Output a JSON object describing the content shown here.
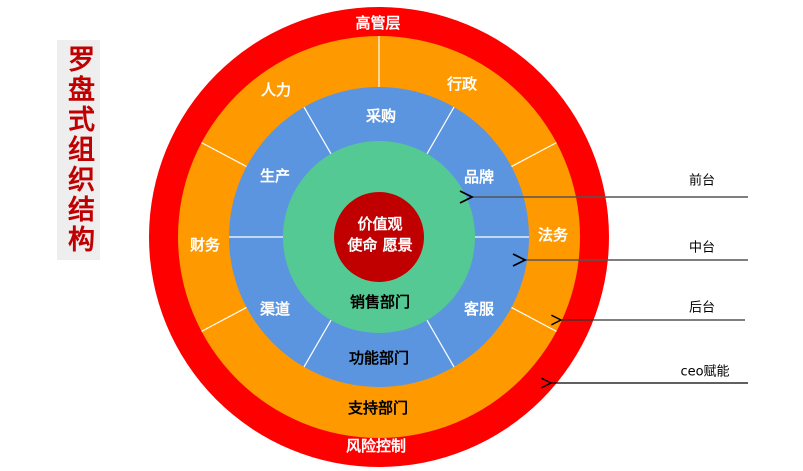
{
  "title": "罗盘式组织结构",
  "colors": {
    "outer": "#ff0000",
    "support": "#ff9900",
    "function": "#5b95e0",
    "sales": "#55c994",
    "core": "#c00000",
    "title": "#c00000"
  },
  "rings": {
    "outer": {
      "top": "高管层",
      "bottom": "风险控制"
    },
    "support": {
      "name": "支持部门",
      "items": [
        "人力",
        "行政",
        "财务",
        "法务"
      ]
    },
    "function": {
      "name": "功能部门",
      "items": [
        "采购",
        "生产",
        "品牌",
        "渠道",
        "客服"
      ]
    },
    "sales": {
      "name": "销售部门"
    },
    "core": {
      "line1": "价值观",
      "line2": "使命 愿景"
    }
  },
  "arrows": [
    {
      "label": "前台"
    },
    {
      "label": "中台"
    },
    {
      "label": "后台"
    },
    {
      "label": "ceo赋能"
    }
  ]
}
